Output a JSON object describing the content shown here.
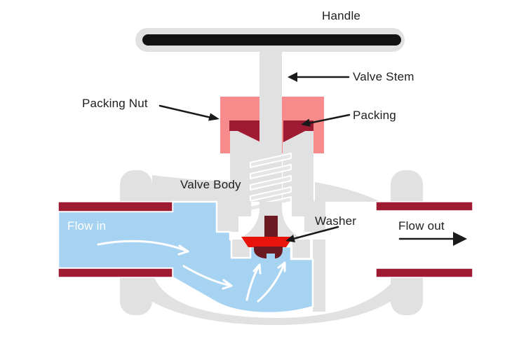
{
  "diagram": {
    "type": "globe-valve-cross-section",
    "labels": {
      "handle": "Handle",
      "valve_stem": "Valve Stem",
      "packing_nut": "Packing Nut",
      "packing": "Packing",
      "valve_body": "Valve Body",
      "washer": "Washer",
      "flow_in": "Flow in",
      "flow_out": "Flow out"
    },
    "colors": {
      "background": "#ffffff",
      "body_gray": "#e1e1e1",
      "thread_gray": "#e6e6e6",
      "pipe_wall_maroon": "#9e1b32",
      "packing_maroon": "#9e1b32",
      "packing_nut_pink": "#f78b8b",
      "washer_red": "#e8130b",
      "plug_dark_maroon": "#6b1a22",
      "water_blue": "#a7d3f2",
      "handle_black": "#121212",
      "label_text": "#202020",
      "flow_arrow_white": "#ffffff",
      "annotation_black": "#1a1a1a"
    }
  }
}
